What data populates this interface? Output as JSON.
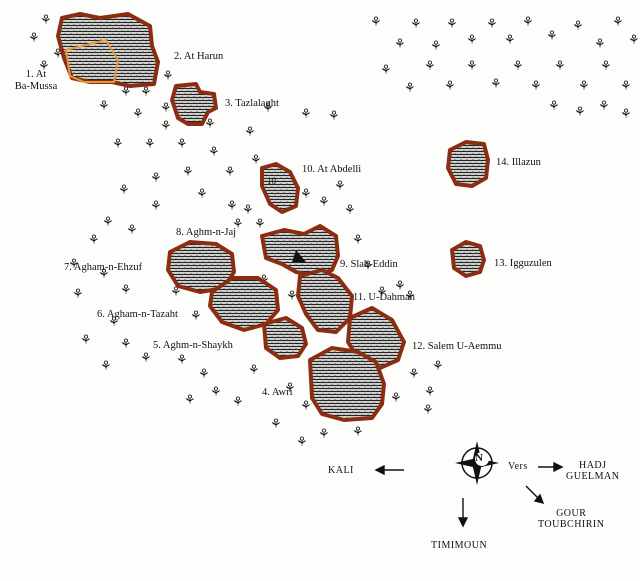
{
  "districts": [
    {
      "label": "1. At\nBa-Mussa"
    },
    {
      "label": "2. At Harun"
    },
    {
      "label": "3. Tazlalaght"
    },
    {
      "label": "4. Awri"
    },
    {
      "label": "5. Aghm-n-Shaykh"
    },
    {
      "label": "6. Agham-n-Tazaht"
    },
    {
      "label": "7. Agham-n-Ehzuf"
    },
    {
      "label": "8. Aghm-n-Jaj"
    },
    {
      "label": "9. Slah-Eddin"
    },
    {
      "label": "10. At Abdelli"
    },
    {
      "label": "11. U-Dahman"
    },
    {
      "label": "12. Salem U-Aemmu"
    },
    {
      "label": "13. Igguzulen"
    },
    {
      "label": "14. Illazun"
    }
  ],
  "compass": {
    "north": "N"
  },
  "directions": {
    "west": "KALI",
    "vers": "Vers",
    "east": "HADJ\nGUELMAN",
    "south": "TIMIMOUN",
    "southeast": "GOUR\nTOUBCHIRIN"
  },
  "district_inner_labels": {
    "at_abdelli": "10"
  },
  "colors": {
    "outline": "#8b2d10",
    "highlight": "#e8963c",
    "hatch": "#222222"
  }
}
